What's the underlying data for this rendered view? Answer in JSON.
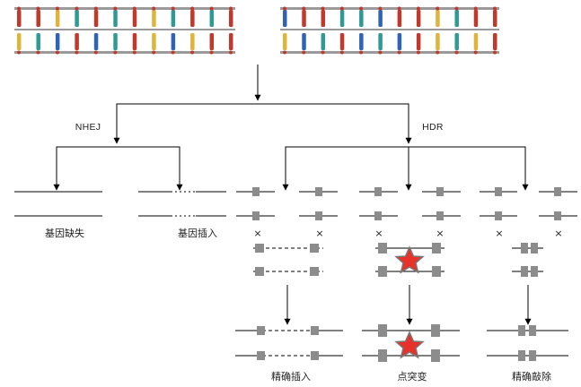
{
  "labels": {
    "nhej": "NHEJ",
    "hdr": "HDR",
    "gene_deletion": "基因缺失",
    "gene_insertion": "基因插入",
    "precise_insertion": "精确插入",
    "point_mutation": "点突变",
    "precise_knockout": "精确敲除"
  },
  "colors": {
    "dna_backbone": "#9a9a9a",
    "dna_rungs": [
      "#c0392b",
      "#e0b43a",
      "#2f9a95",
      "#2e63b5"
    ],
    "homology_block": "#8c8c8c",
    "mutation_star": "#e8312a",
    "line": "#000000"
  },
  "icons": [
    "dna-double-helix-icon",
    "red-star-mutation-icon",
    "cross-icon"
  ],
  "crosses": [
    "×",
    "×",
    "×",
    "×",
    "×",
    "×"
  ]
}
